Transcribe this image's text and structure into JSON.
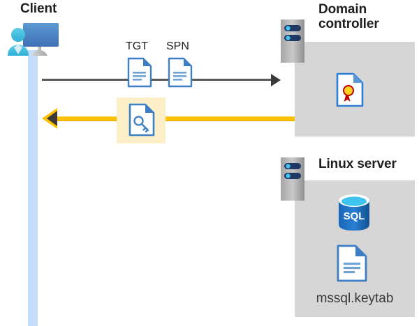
{
  "diagram": {
    "type": "kerberos-authentication-flow",
    "background": "#ffffff",
    "colors": {
      "panel_gray": "#d6d6d6",
      "highlight_yellow": "#fdf0c8",
      "arrow_yellow": "#ffc000",
      "arrow_gray": "#3b3a39",
      "lifeline_blue": "#c3ddfb",
      "doc_blue": "#3d7ec4",
      "sql_blue": "#1b6ec2",
      "title_color": "#201f1e"
    }
  },
  "client": {
    "title": "Client",
    "icon_name": "user-at-computer-icon",
    "lifeline_name": "client-lifeline"
  },
  "domain_controller": {
    "title": "Domain controller",
    "title_line1": "Domain",
    "title_line2": "controller",
    "server_icon": "server-rack-icon",
    "contents": [
      {
        "icon": "certificate-document-icon",
        "label": ""
      }
    ]
  },
  "linux_server": {
    "title": "Linux server",
    "server_icon": "server-rack-icon",
    "contents": [
      {
        "icon": "sql-database-icon",
        "label": "SQL"
      },
      {
        "icon": "keytab-document-icon",
        "label": "mssql.keytab"
      }
    ],
    "sql_label": "SQL",
    "keytab_filename": "mssql.keytab"
  },
  "flows": [
    {
      "id": "request",
      "direction": "client-to-domain-controller",
      "color": "#3b3a39",
      "style": "thin-solid-arrow",
      "tokens": [
        {
          "label": "TGT",
          "icon": "text-document-icon"
        },
        {
          "label": "SPN",
          "icon": "text-document-icon"
        }
      ]
    },
    {
      "id": "reply",
      "direction": "domain-controller-to-client",
      "color": "#ffc000",
      "style": "thick-yellow-arrow",
      "highlighted": true,
      "tokens": [
        {
          "label": "",
          "icon": "key-document-icon"
        }
      ]
    }
  ],
  "labels": {
    "tgt": "TGT",
    "spn": "SPN"
  }
}
